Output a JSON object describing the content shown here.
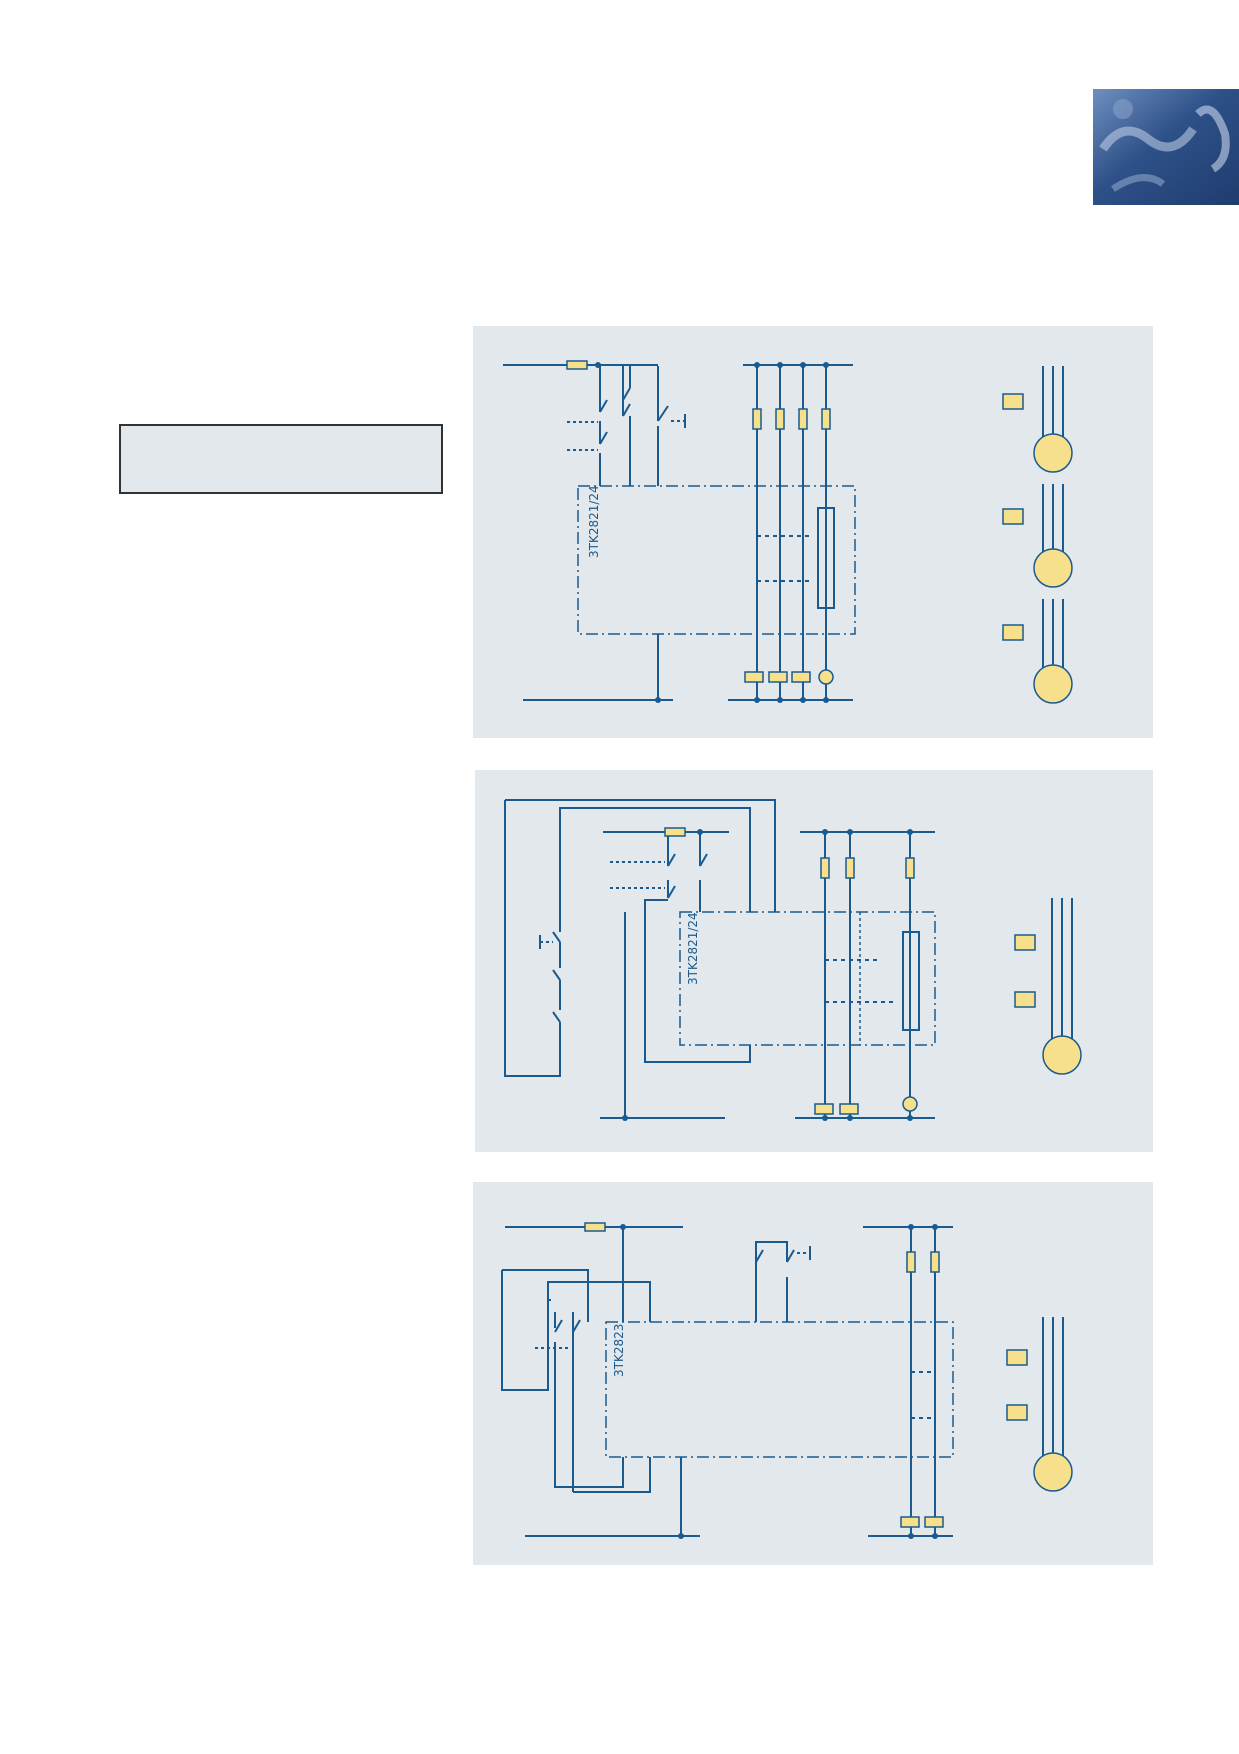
{
  "colors": {
    "panel_bg": "#e3e8ed",
    "wire": "#1a5a8f",
    "component_fill": "#f7e08c",
    "component_stroke": "#1a5a8f"
  },
  "diagrams": [
    {
      "device_label": "3TK2821/24"
    },
    {
      "device_label": "3TK2821/24"
    },
    {
      "device_label": "3TK2823"
    }
  ]
}
